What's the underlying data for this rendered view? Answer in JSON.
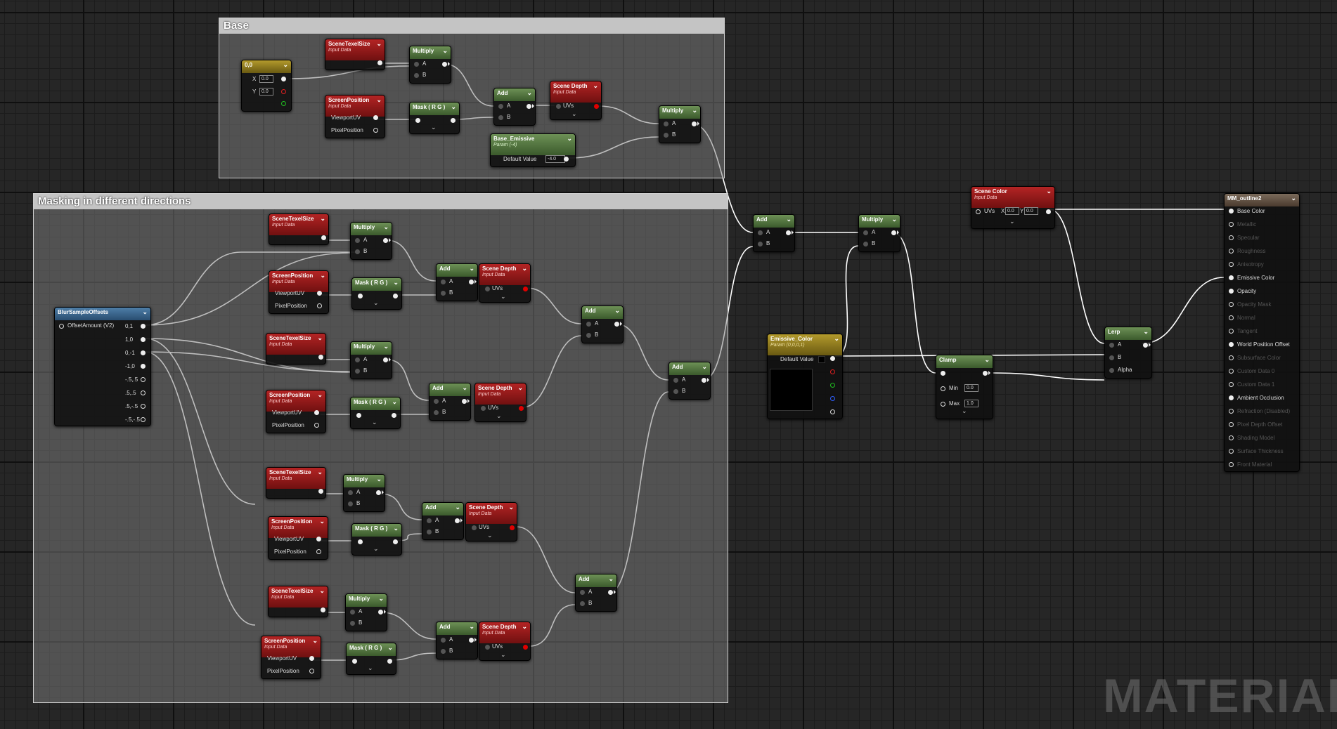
{
  "comments": {
    "base": "Base",
    "masking": "Masking in different directions"
  },
  "watermark": "MATERIAL",
  "labels": {
    "input_data": "Input Data",
    "scene_texel_size": "SceneTexelSize",
    "screen_position": "ScreenPosition",
    "scene_depth": "Scene Depth",
    "multiply": "Multiply",
    "add": "Add",
    "mask": "Mask ( R G )",
    "pin_a": "A",
    "pin_b": "B",
    "viewport_uv": "ViewportUV",
    "pixel_position": "PixelPosition",
    "uvs": "UVs"
  },
  "base_nodes": {
    "constant2": {
      "title": "0,0",
      "x_label": "X",
      "x_value": "0.0",
      "y_label": "Y",
      "y_value": "0.0"
    },
    "emissive": {
      "title": "Base_Emissive",
      "subtitle": "Param (-4)",
      "default_label": "Default Value",
      "default_value": "-4.0"
    }
  },
  "blur": {
    "title": "BlurSampleOffsets",
    "input_label": "OffsetAmount (V2)",
    "outputs": [
      "0,1",
      "1,0",
      "0,-1",
      "-1,0",
      "-.5,.5",
      ".5,.5",
      ".5,-.5",
      "-.5,-.5"
    ]
  },
  "right_nodes": {
    "scene_color": {
      "title": "Scene Color",
      "subtitle": "Input Data",
      "uvs": "UVs",
      "x_label": "X",
      "x_value": "0.0",
      "y_label": "Y",
      "y_value": "0.0"
    },
    "emissive_color": {
      "title": "Emissive_Color",
      "subtitle": "Param (0,0,0,1)",
      "default_label": "Default Value"
    },
    "clamp": {
      "title": "Clamp",
      "min_label": "Min",
      "min_value": "0.0",
      "max_label": "Max",
      "max_value": "1.0"
    },
    "lerp": {
      "title": "Lerp",
      "alpha": "Alpha"
    }
  },
  "material": {
    "title": "MM_outline2",
    "pins": [
      {
        "label": "Base Color",
        "active": true
      },
      {
        "label": "Metallic",
        "active": false
      },
      {
        "label": "Specular",
        "active": false
      },
      {
        "label": "Roughness",
        "active": false
      },
      {
        "label": "Anisotropy",
        "active": false
      },
      {
        "label": "Emissive Color",
        "active": true
      },
      {
        "label": "Opacity",
        "active": true
      },
      {
        "label": "Opacity Mask",
        "active": false
      },
      {
        "label": "Normal",
        "active": false
      },
      {
        "label": "Tangent",
        "active": false
      },
      {
        "label": "World Position Offset",
        "active": true
      },
      {
        "label": "Subsurface Color",
        "active": false
      },
      {
        "label": "Custom Data 0",
        "active": false
      },
      {
        "label": "Custom Data 1",
        "active": false
      },
      {
        "label": "Ambient Occlusion",
        "active": true
      },
      {
        "label": "Refraction (Disabled)",
        "active": false
      },
      {
        "label": "Pixel Depth Offset",
        "active": false
      },
      {
        "label": "Shading Model",
        "active": false
      },
      {
        "label": "Surface Thickness",
        "active": false
      },
      {
        "label": "Front Material",
        "active": false
      }
    ]
  },
  "colors": {
    "input_red": "#b42424",
    "math_green": "#6d9156",
    "param_gold": "#b39a2c",
    "array_blue": "#4e7ea8",
    "wire": "#ffffff"
  }
}
